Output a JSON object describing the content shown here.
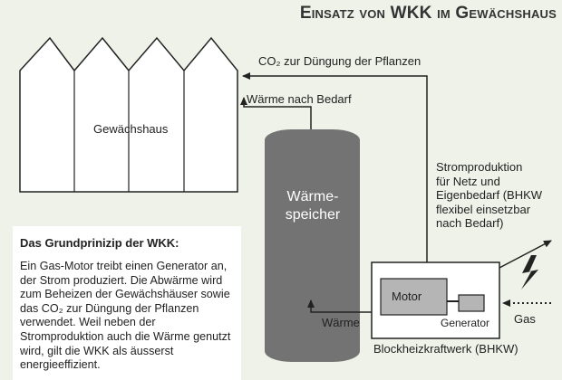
{
  "title": "Einsatz von WKK im Gewächshaus",
  "greenhouse": {
    "label": "Gewächshaus"
  },
  "tank": {
    "label": "Wärme-\nspeicher"
  },
  "arrows": {
    "co2": "CO₂ zur Düngung der Pflanzen",
    "heat_demand": "Wärme nach Bedarf",
    "heat": "Wärme",
    "gas": "Gas"
  },
  "power_production": {
    "lines": [
      "Stromproduktion",
      "für Netz und",
      "Eigenbedarf (BHKW",
      "flexibel einsetzbar",
      "nach Bedarf)"
    ]
  },
  "chp": {
    "motor": "Motor",
    "generator": "Generator",
    "caption": "Blockheizkraftwerk (BHKW)"
  },
  "info": {
    "title": "Das Grundprinizip der WKK:",
    "text": "Ein Gas-Motor treibt einen Generator an, der Strom produziert. Die Abwärme wird zum Beheizen der Gewächshäuser sowie das CO₂ zur Düngung der Pflanzen verwendet. Weil neben der Stromproduktion auch die Wärme genutzt wird, gilt die WKK als äusserst energieeffizient."
  },
  "colors": {
    "background": "#eef2e9",
    "tank": "#737373",
    "motor": "#b5b5b5",
    "line": "#222222"
  }
}
